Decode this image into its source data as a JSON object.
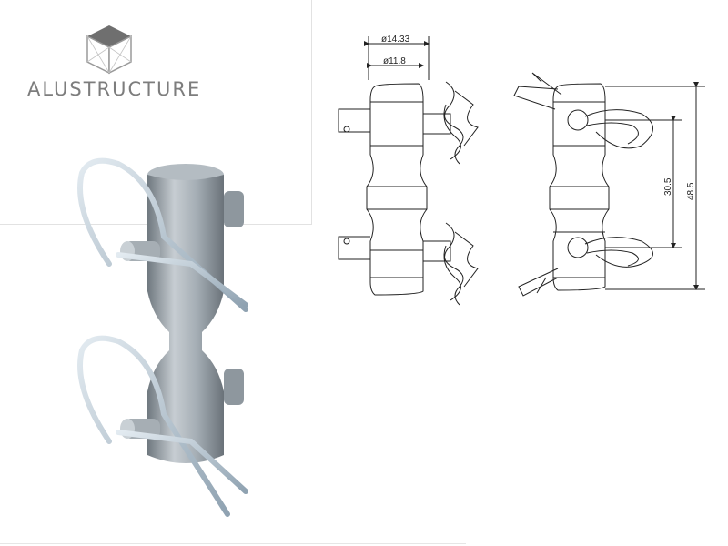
{
  "brand": {
    "name": "ALUSTRUCTURE",
    "logo_icon": "cube-logo-icon"
  },
  "dimensions": {
    "outer_diameter": "ø14.33",
    "inner_diameter": "ø11.8",
    "pin_spacing": "30.5",
    "total_length": "48.5"
  },
  "colors": {
    "steel": "#a9b2b9",
    "steel_dark": "#7c858c",
    "clip": "#b9c7d2",
    "line": "#222222"
  }
}
